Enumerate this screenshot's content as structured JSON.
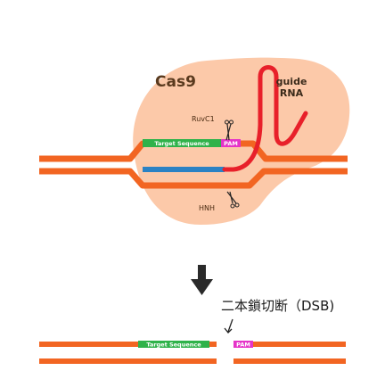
{
  "labels": {
    "cas9": "Cas9",
    "guide_line1": "guide",
    "guide_line2": "RNA",
    "ruvc1": "RuvC1",
    "hnh": "HNH",
    "target_sequence": "Target Sequence",
    "pam": "PAM",
    "dsb": "二本鎖切断（DSB)"
  },
  "colors": {
    "cas9_body": "#fcc9a9",
    "dna_strand": "#f26522",
    "guide_rna": "#e8202a",
    "target_sequence": "#2fb24a",
    "pam": "#e534c8",
    "complementary_strand": "#2b82c4",
    "arrow": "#2a2a2a"
  },
  "icons": {
    "ruvc1_cut": "scissors-icon",
    "hnh_cut": "scissors-icon",
    "transition": "down-arrow-icon",
    "dsb_pointer": "small-down-arrow-icon"
  }
}
